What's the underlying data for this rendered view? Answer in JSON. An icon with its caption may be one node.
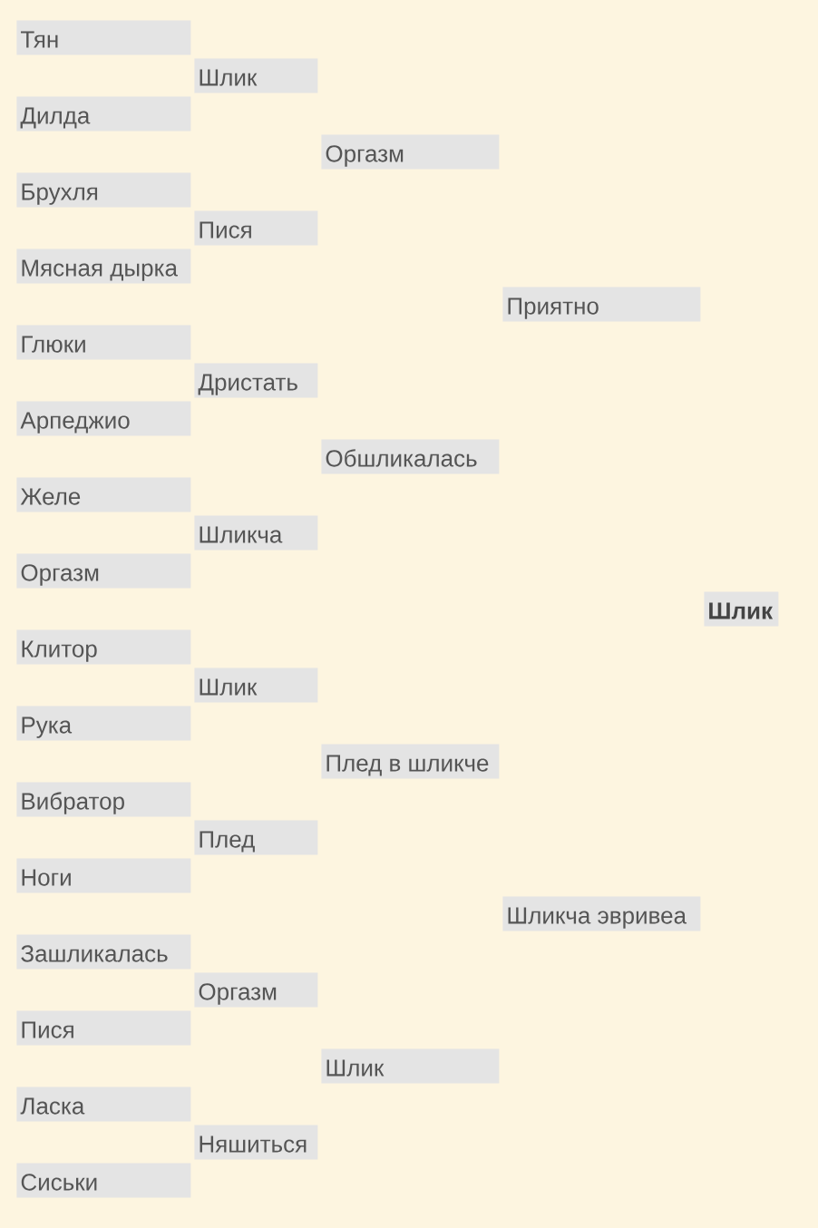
{
  "diagram": {
    "nodes": [
      {
        "text": [
          "Тян"
        ]
      },
      {
        "text": [
          "Шлик"
        ]
      },
      {
        "text": [
          "Дилда"
        ]
      },
      {
        "text": [
          "Оргазм"
        ]
      },
      {
        "text": [
          "Брухля"
        ]
      },
      {
        "text": [
          "Пися"
        ]
      },
      {
        "text": [
          "Мясная дырка"
        ]
      },
      {
        "text": [
          "Приятно"
        ]
      },
      {
        "text": [
          "Глюки"
        ]
      },
      {
        "text": [
          "Дристать"
        ]
      },
      {
        "text": [
          "Арпеджио"
        ]
      },
      {
        "text": [
          "Обшликалась"
        ]
      },
      {
        "text": [
          "Желе"
        ]
      },
      {
        "text": [
          "Шликча"
        ]
      },
      {
        "text": [
          "Оргазм"
        ]
      },
      {
        "text": [
          "Шлик"
        ]
      },
      {
        "text": [
          "Клитор"
        ]
      },
      {
        "text": [
          "Шлик"
        ]
      },
      {
        "text": [
          "Рука"
        ]
      },
      {
        "text": [
          "Плед в шликче"
        ]
      },
      {
        "text": [
          "Вибратор"
        ]
      },
      {
        "text": [
          "Плед"
        ]
      },
      {
        "text": [
          "Ноги"
        ]
      },
      {
        "text": [
          "Шликча эвривеа"
        ]
      },
      {
        "text": [
          "Зашликалась"
        ]
      },
      {
        "text": [
          "Оргазм"
        ]
      },
      {
        "text": [
          "Пися"
        ]
      },
      {
        "text": [
          "Шлик"
        ]
      },
      {
        "text": [
          "Ласка"
        ]
      },
      {
        "text": [
          "Няшиться"
        ]
      },
      {
        "text": [
          "Сиськи"
        ]
      }
    ]
  }
}
